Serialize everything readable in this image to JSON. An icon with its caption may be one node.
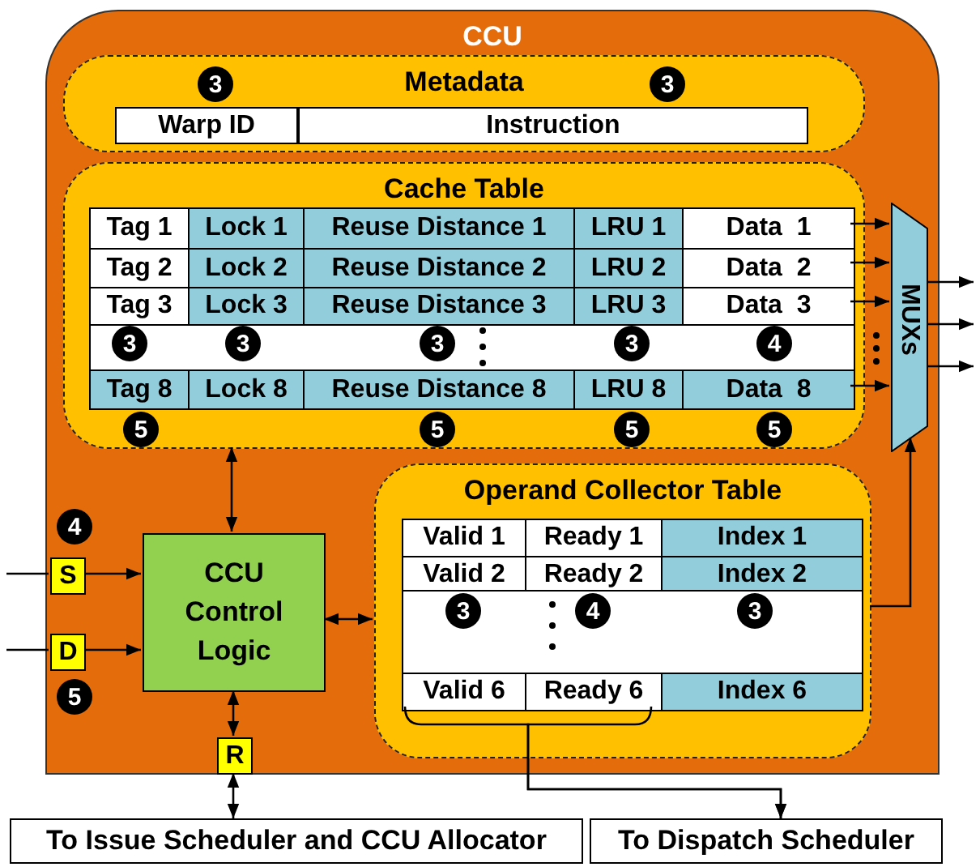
{
  "diagram": {
    "nodes": [
      {
        "text": [
          "CCU"
        ]
      },
      {
        "text": [
          "Metadata"
        ],
        "in": 0
      },
      {
        "text": [
          "Warp ID"
        ],
        "in": 1
      },
      {
        "text": [
          "Instruction"
        ],
        "in": 1
      },
      {
        "text": [
          "Cache Table"
        ],
        "in": 0
      },
      {
        "text": [
          "Tag 1"
        ],
        "in": 4
      },
      {
        "text": [
          "Lock 1"
        ],
        "in": 4
      },
      {
        "text": [
          "Reuse Distance 1"
        ],
        "in": 4
      },
      {
        "text": [
          "LRU 1"
        ],
        "in": 4
      },
      {
        "text": [
          "Data  1"
        ],
        "in": 4
      },
      {
        "text": [
          "Tag 2"
        ],
        "in": 4
      },
      {
        "text": [
          "Lock 2"
        ],
        "in": 4
      },
      {
        "text": [
          "Reuse Distance 2"
        ],
        "in": 4
      },
      {
        "text": [
          "LRU 2"
        ],
        "in": 4
      },
      {
        "text": [
          "Data  2"
        ],
        "in": 4
      },
      {
        "text": [
          "Tag 3"
        ],
        "in": 4
      },
      {
        "text": [
          "Lock 3"
        ],
        "in": 4
      },
      {
        "text": [
          "Reuse Distance 3"
        ],
        "in": 4
      },
      {
        "text": [
          "LRU 3"
        ],
        "in": 4
      },
      {
        "text": [
          "Data  3"
        ],
        "in": 4
      },
      {
        "text": [
          "Tag 8"
        ],
        "in": 4
      },
      {
        "text": [
          "Lock 8"
        ],
        "in": 4
      },
      {
        "text": [
          "Reuse Distance 8"
        ],
        "in": 4
      },
      {
        "text": [
          "LRU 8"
        ],
        "in": 4
      },
      {
        "text": [
          "Data  8"
        ],
        "in": 4
      },
      {
        "text": [
          "MUXs"
        ],
        "in": 0
      },
      {
        "text": [
          "Operand Collector Table"
        ],
        "in": 0
      },
      {
        "text": [
          "Valid 1"
        ],
        "in": 26
      },
      {
        "text": [
          "Ready 1"
        ],
        "in": 26
      },
      {
        "text": [
          "Index 1"
        ],
        "in": 26
      },
      {
        "text": [
          "Valid 2"
        ],
        "in": 26
      },
      {
        "text": [
          "Ready 2"
        ],
        "in": 26
      },
      {
        "text": [
          "Index 2"
        ],
        "in": 26
      },
      {
        "text": [
          "Valid 6"
        ],
        "in": 26
      },
      {
        "text": [
          "Ready 6"
        ],
        "in": 26
      },
      {
        "text": [
          "Index 6"
        ],
        "in": 26
      },
      {
        "text": [
          "S"
        ],
        "in": 0
      },
      {
        "text": [
          "D"
        ],
        "in": 0
      },
      {
        "text": [
          "CCU Control Logic"
        ],
        "in": 0
      },
      {
        "text": [
          "R"
        ],
        "in": 0
      },
      {
        "text": [
          "To Issue Scheduler and CCU Allocator"
        ]
      },
      {
        "text": [
          "To Dispatch Scheduler"
        ]
      }
    ],
    "edges": [
      {
        "from": 9,
        "to": 25,
        "arrow": "to"
      },
      {
        "from": 14,
        "to": 25,
        "arrow": "to"
      },
      {
        "from": 19,
        "to": 25,
        "arrow": "to"
      },
      {
        "from": 24,
        "to": 25,
        "arrow": "to"
      },
      {
        "from": 25,
        "to": null,
        "arrow": "to"
      },
      {
        "from": 25,
        "to": null,
        "arrow": "to"
      },
      {
        "from": 25,
        "to": null,
        "arrow": "to"
      },
      {
        "from": 4,
        "to": 38,
        "arrow": "both"
      },
      {
        "from": 38,
        "to": 26,
        "arrow": "both"
      },
      {
        "from": 26,
        "to": 25,
        "arrow": "to"
      },
      {
        "from": null,
        "to": 36,
        "arrow": "none"
      },
      {
        "from": 36,
        "to": 38,
        "arrow": "to"
      },
      {
        "from": null,
        "to": 37,
        "arrow": "none"
      },
      {
        "from": 37,
        "to": 38,
        "arrow": "to"
      },
      {
        "from": 38,
        "to": 39,
        "arrow": "both"
      },
      {
        "from": 39,
        "to": 40,
        "arrow": "both"
      },
      {
        "from": 33,
        "to": 41,
        "arrow": "to"
      },
      {
        "from": 34,
        "to": 41,
        "arrow": "to"
      }
    ],
    "labels": [
      "3",
      "3",
      "3",
      "3",
      "3",
      "3",
      "4",
      "5",
      "5",
      "5",
      "5",
      "4",
      "3",
      "4",
      "3",
      "5"
    ]
  }
}
